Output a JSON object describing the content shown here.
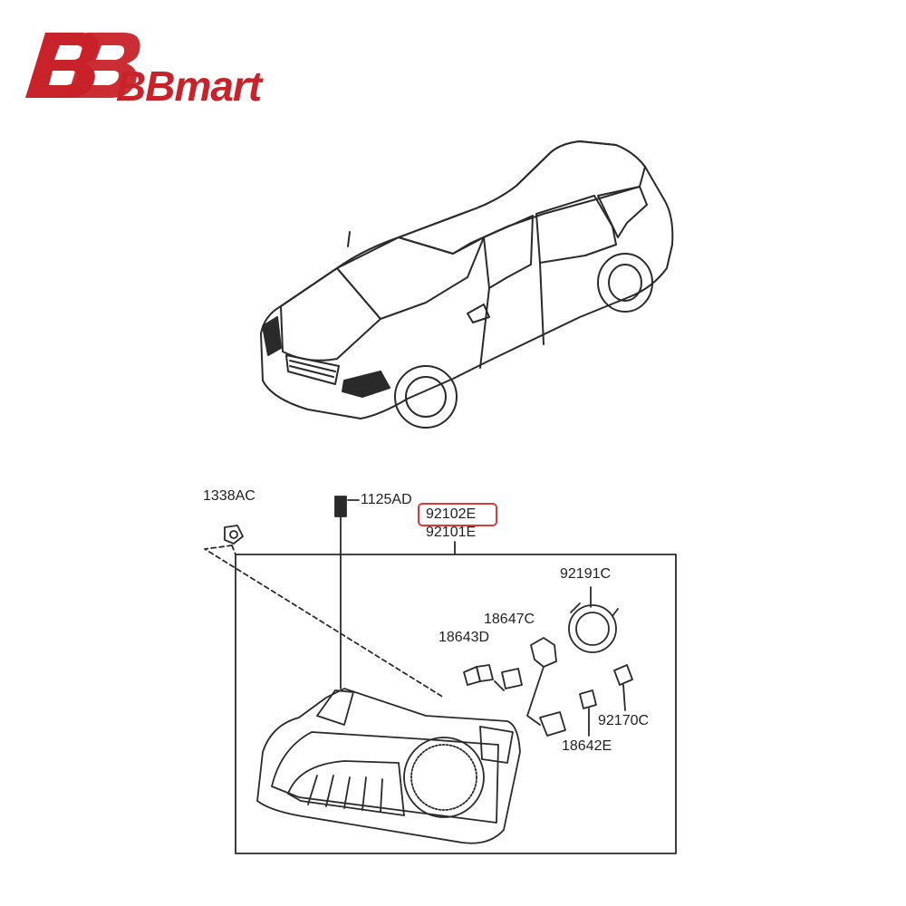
{
  "brand": {
    "name": "BBmart",
    "accent_color": "#c8222a"
  },
  "diagram": {
    "highlight_color": "#d93a3a",
    "line_color": "#2a2a2a",
    "part_labels": {
      "p1338AC": "1338AC",
      "p1125AD": "1125AD",
      "p92102E": "92102E",
      "p92101E": "92101E",
      "p92191C": "92191C",
      "p18647C": "18647C",
      "p18643D": "18643D",
      "p92170C": "92170C",
      "p18642E": "18642E"
    },
    "highlighted_part": "92102E"
  }
}
